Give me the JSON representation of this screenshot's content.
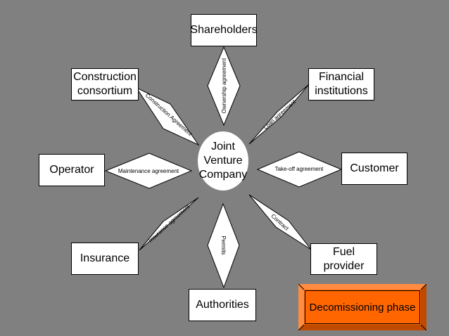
{
  "nodes": {
    "shareholders": "Shareholders",
    "construction_consortium": [
      "Construction",
      "consortium"
    ],
    "financial_institutions": [
      "Financial",
      "institutions"
    ],
    "operator": "Operator",
    "customer": "Customer",
    "insurance": "Insurance",
    "fuel_provider": "Fuel provider",
    "authorities": "Authorities",
    "center": [
      "Joint",
      "Venture",
      "Company"
    ]
  },
  "agreements": {
    "ownership": "Ownership agreement",
    "construction": "Construction Agreement",
    "loan": "Loan agreement",
    "maintenance": "Maintenance agreement",
    "takeoff": "Take-off agreement",
    "insurance": "Insurance agreement",
    "permits": "Permits",
    "contract": "Contract"
  },
  "phase_button": "Decomissioning phase",
  "colors": {
    "background": "#808080",
    "box": "#ffffff",
    "phase": "#ff6600"
  }
}
